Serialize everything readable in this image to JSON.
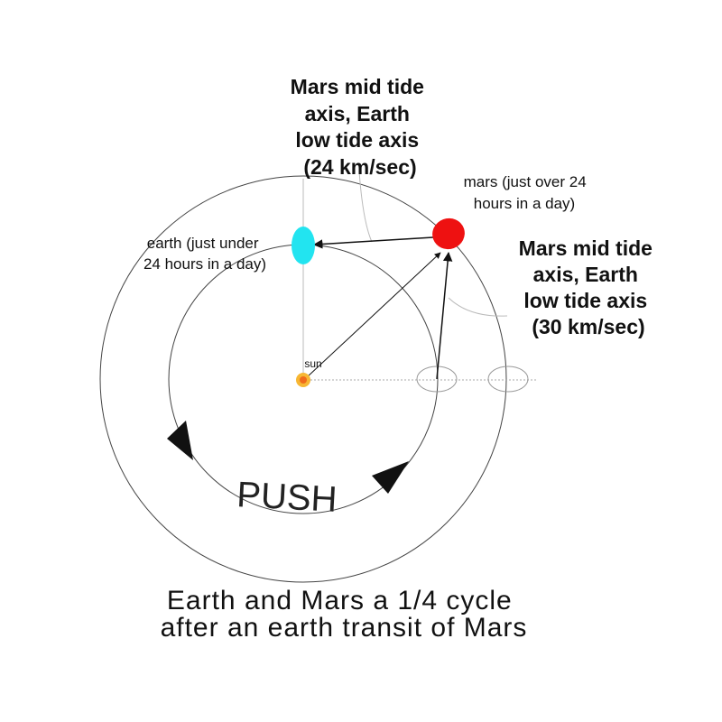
{
  "labels": {
    "top_axis": [
      "Mars mid tide",
      "axis, Earth",
      "low tide axis",
      "(24  km/sec)"
    ],
    "right_axis": [
      "Mars mid tide",
      "axis, Earth",
      "low tide axis",
      "(30  km/sec)"
    ],
    "mars": [
      "mars (just over 24",
      "hours in a day)"
    ],
    "earth": [
      "earth (just under",
      "24 hours in a day)"
    ],
    "sun": "sun",
    "push": "PUSH",
    "caption": [
      "Earth and Mars a 1/4 cycle",
      "after an earth transit of Mars"
    ]
  },
  "colors": {
    "earth": "#22e4f0",
    "mars": "#ee1111",
    "sun_outer": "#f7b733",
    "sun_inner": "#f06b1a",
    "orbit": "#444444",
    "guide": "#bbbbbb"
  }
}
